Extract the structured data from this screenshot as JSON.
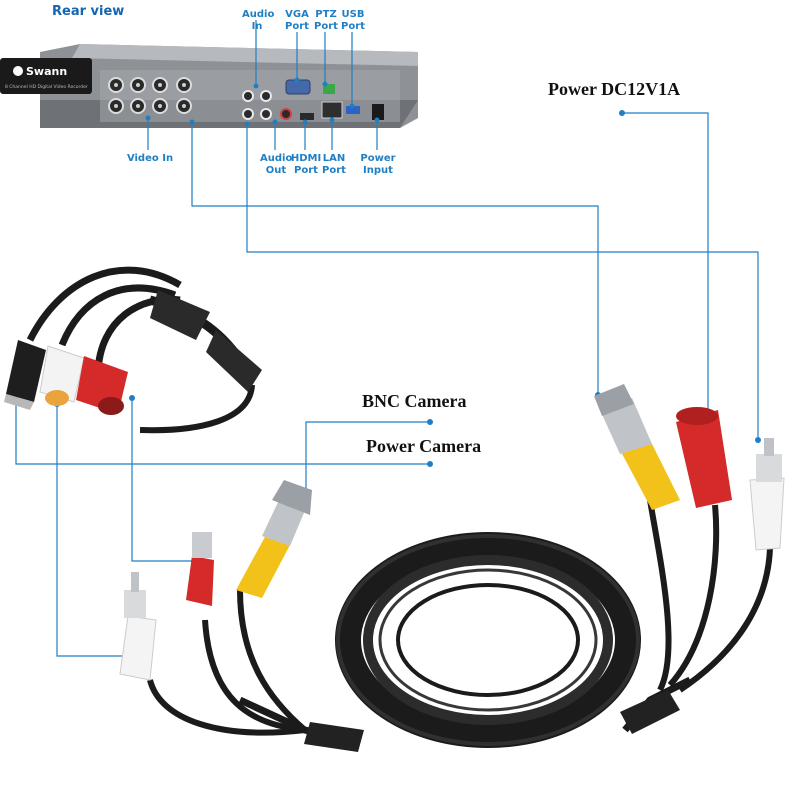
{
  "title": "Rear view",
  "brand": "Swann",
  "device_caption": "8 Channel HD Digital Video Recorder",
  "port_labels": {
    "audio_in": "Audio In",
    "vga_port": "VGA Port",
    "ptz_port": "PTZ Port",
    "usb_port": "USB Port",
    "video_in": "Video In",
    "audio_out": "Audio Out",
    "hdmi_port": "HDMI Port",
    "lan_port": "LAN Port",
    "power_input": "Power Input"
  },
  "cable_labels": {
    "power_dc": "Power  DC12V1A",
    "bnc_camera": "BNC Camera",
    "power_camera": "Power Camera"
  },
  "colors": {
    "line": "#1f7fc4",
    "yellow": "#f2c21b",
    "red": "#d42a2a",
    "white": "#f4f4f4",
    "cable": "#1b1b1b"
  }
}
